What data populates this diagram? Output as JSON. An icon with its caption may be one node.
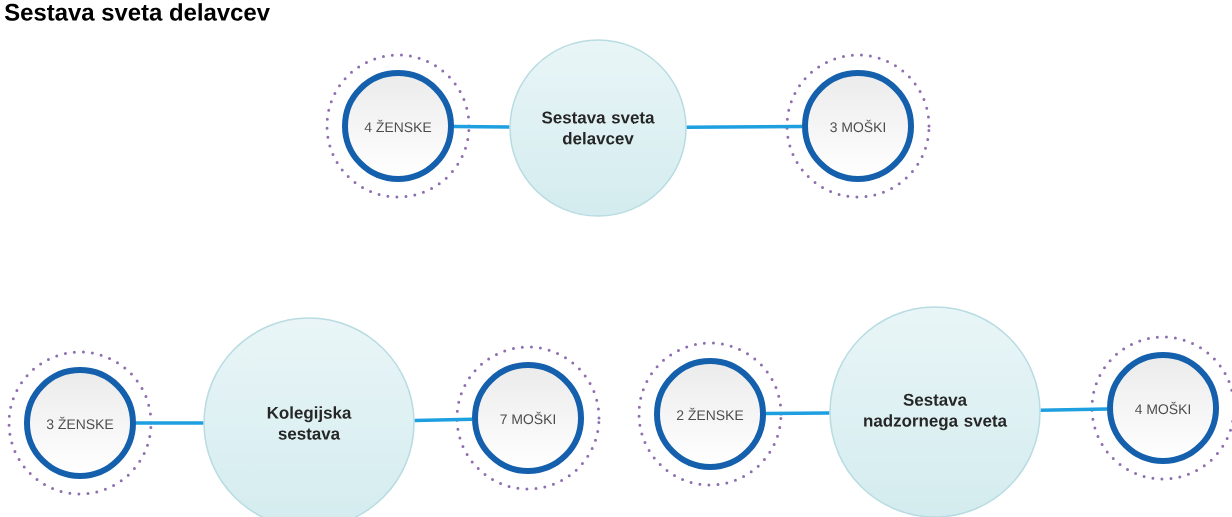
{
  "diagram": {
    "title": "Sestava sveta delavcev",
    "nodes": [
      {
        "text": [
          "Sestava sveta delavcev"
        ]
      },
      {
        "text": [
          "4 ŽENSKE"
        ]
      },
      {
        "text": [
          "3 MOŠKI"
        ]
      },
      {
        "text": [
          "Kolegijska sestava"
        ]
      },
      {
        "text": [
          "3 ŽENSKE"
        ]
      },
      {
        "text": [
          "7 MOŠKI"
        ]
      },
      {
        "text": [
          "2 ŽENSKE"
        ]
      },
      {
        "text": [
          "Sestava nadzornega sveta"
        ]
      },
      {
        "text": [
          "4 MOŠKI"
        ]
      }
    ],
    "edges": [
      {
        "from": 1,
        "to": 0,
        "arrow": "none"
      },
      {
        "from": 0,
        "to": 2,
        "arrow": "none"
      },
      {
        "from": 4,
        "to": 3,
        "arrow": "none"
      },
      {
        "from": 3,
        "to": 5,
        "arrow": "none"
      },
      {
        "from": 6,
        "to": 7,
        "arrow": "none"
      },
      {
        "from": 7,
        "to": 8,
        "arrow": "none"
      }
    ]
  }
}
